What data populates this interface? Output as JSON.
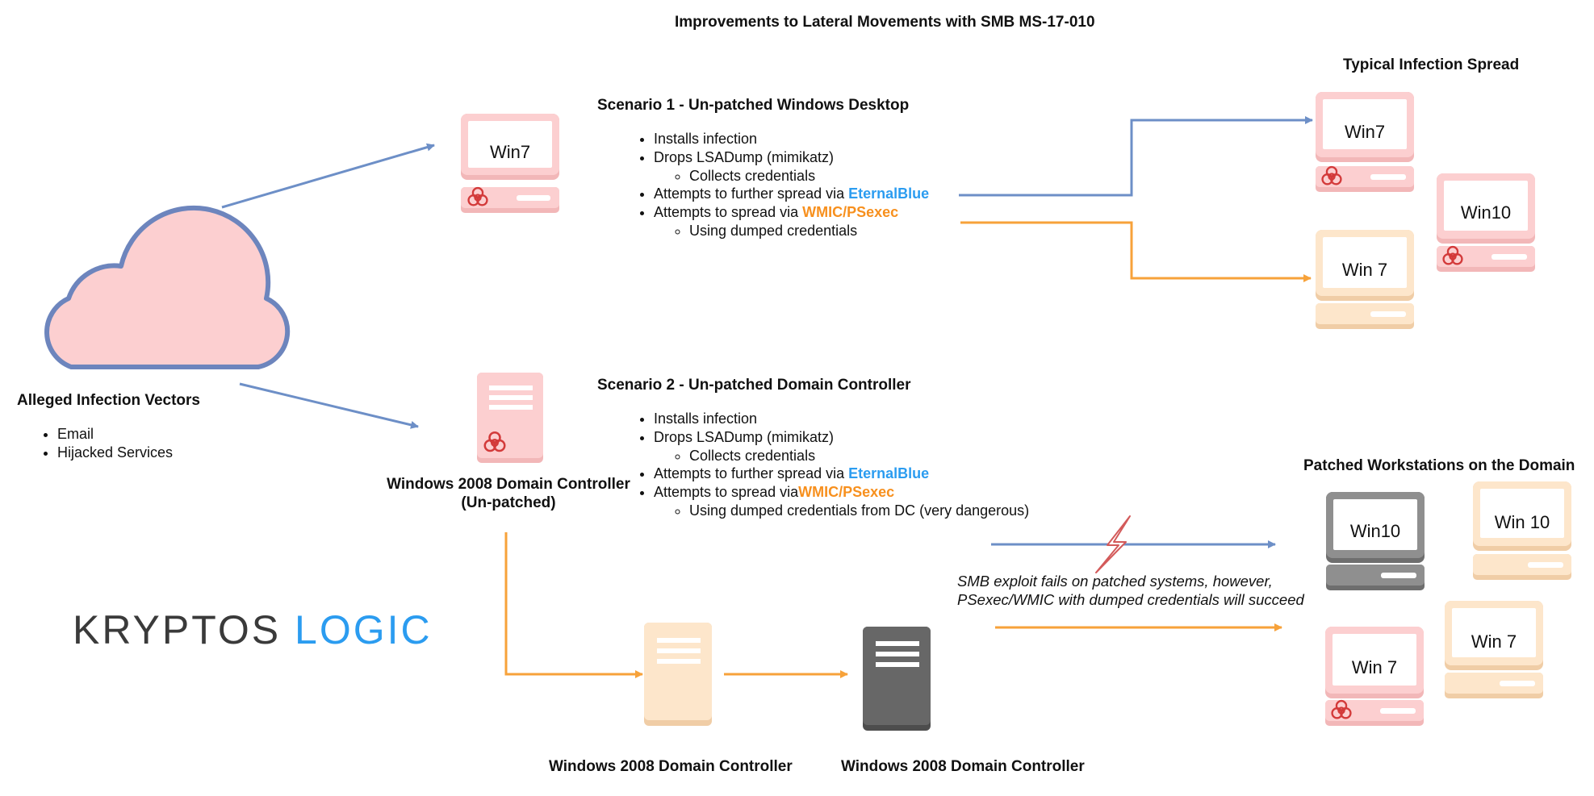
{
  "title": "Improvements to Lateral Movements with SMB MS-17-010",
  "vectors": {
    "heading": "Alleged Infection Vectors",
    "items": [
      "Email",
      "Hijacked Services"
    ]
  },
  "scenario1": {
    "heading": "Scenario 1 - Un-patched Windows Desktop",
    "install": "Installs infection",
    "drops": "Drops LSADump (mimikatz)",
    "collects": "Collects credentials",
    "eternal_prefix": "Attempts to further spread via ",
    "eternal": "EternalBlue",
    "wmic_prefix": "Attempts to spread via ",
    "wmic": "WMIC/PSexec",
    "using": "Using dumped credentials"
  },
  "scenario2": {
    "heading": "Scenario 2 - Un-patched Domain Controller",
    "install": "Installs infection",
    "drops": "Drops LSADump (mimikatz)",
    "collects": "Collects credentials",
    "eternal_prefix": "Attempts to further spread via ",
    "eternal": "EternalBlue",
    "wmic_prefix": "Attempts to spread via",
    "wmic": "WMIC/PSexec",
    "using": "Using dumped credentials from DC (very dangerous)"
  },
  "typical": {
    "heading": "Typical Infection Spread"
  },
  "patched": {
    "heading": "Patched Workstations on the Domain"
  },
  "dc_unpatched": {
    "line1": "Windows 2008 Domain Controller",
    "line2": "(Un-patched)"
  },
  "dc_bottom1": "Windows 2008 Domain Controller",
  "dc_bottom2": "Windows 2008 Domain Controller",
  "smb_note": {
    "line1": "SMB exploit fails on patched systems, however,",
    "line2": "PSexec/WMIC with dumped credentials will succeed"
  },
  "computers": {
    "s1_win7": "Win7",
    "typ_win7": "Win7",
    "typ_win7b": "Win 7",
    "typ_win10": "Win10",
    "pat_win10": "Win10",
    "pat_win10b": "Win 10",
    "pat_win7": "Win 7",
    "pat_win7b": "Win 7"
  },
  "logo": {
    "part1": "KRYPTOS",
    "part2": "LOGIC"
  },
  "colors": {
    "blue_arrow": "#6d8fc7",
    "orange_arrow": "#f7a23a",
    "infected_fill": "#fccfd0",
    "infected_stroke": "#f0b2b4",
    "clean_fill": "#fde6cb",
    "clean_stroke": "#f5cfa3",
    "patched_fill": "#ffffff",
    "patched_stroke": "#8c8c8c",
    "biohazard": "#d33a3a",
    "eternalblue": "#2b9cf0",
    "wmic": "#f7901e"
  }
}
